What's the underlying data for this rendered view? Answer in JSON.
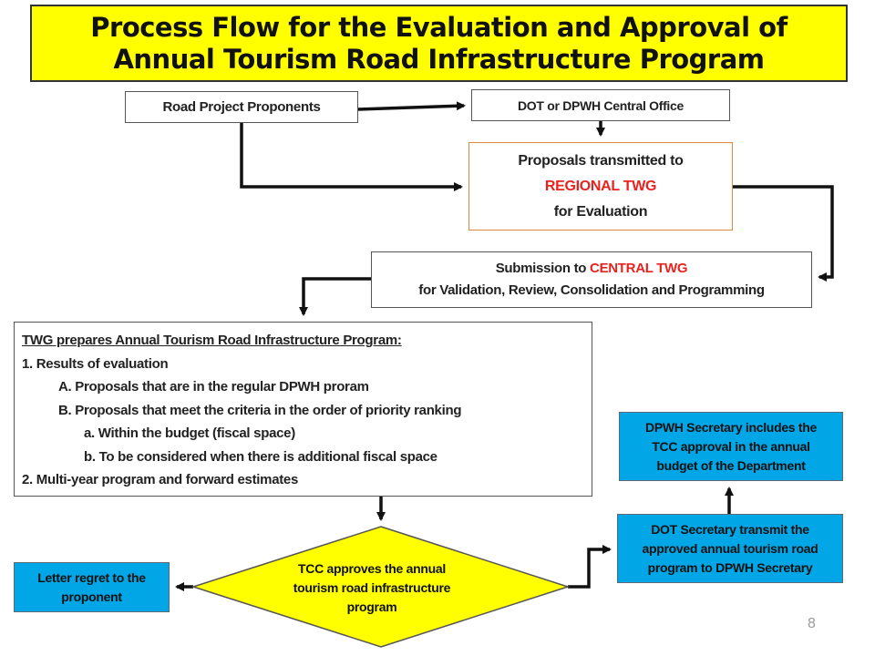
{
  "title": {
    "line1": "Process Flow for the Evaluation and Approval of",
    "line2": "Annual Tourism Road Infrastructure Program"
  },
  "nodes": {
    "proponents": "Road Project Proponents",
    "dot_dpwh": "DOT or DPWH Central Office",
    "regional": {
      "line1": "Proposals transmitted to",
      "line2": "REGIONAL TWG",
      "line3": "for Evaluation"
    },
    "central": {
      "line1_prefix": "Submission to ",
      "line1_highlight": "CENTRAL TWG",
      "line2": "for Validation, Review, Consolidation and Programming"
    },
    "twg": {
      "heading": "TWG prepares Annual Tourism Road Infrastructure Program:",
      "item1": "1.    Results of evaluation",
      "item1a": "A.  Proposals that are in the regular DPWH proram",
      "item1b": "B. Proposals that meet the criteria in the order of priority ranking",
      "item1b_a": "a.  Within the budget (fiscal space)",
      "item1b_b": "b.  To be considered when there is additional fiscal space",
      "item2": "2.     Multi-year program and forward estimates"
    },
    "tcc": {
      "line1": "TCC approves the annual",
      "line2": "tourism road infrastructure",
      "line3": "program"
    },
    "regret": {
      "line1": "Letter regret to the",
      "line2": "proponent"
    },
    "dot_sec": {
      "line1": "DOT Secretary transmit the",
      "line2": "approved annual tourism road",
      "line3": "program to DPWH Secretary"
    },
    "dpwh_sec": {
      "line1": "DPWH Secretary includes the",
      "line2": "TCC approval in the annual",
      "line3": "budget of the  Department"
    }
  },
  "page_number": "8",
  "colors": {
    "title_bg": "#ffff00",
    "diamond_fill": "#ffff00",
    "blue_box": "#00a6e6",
    "highlight_red": "#e8231f",
    "regional_border": "#e3893a"
  }
}
